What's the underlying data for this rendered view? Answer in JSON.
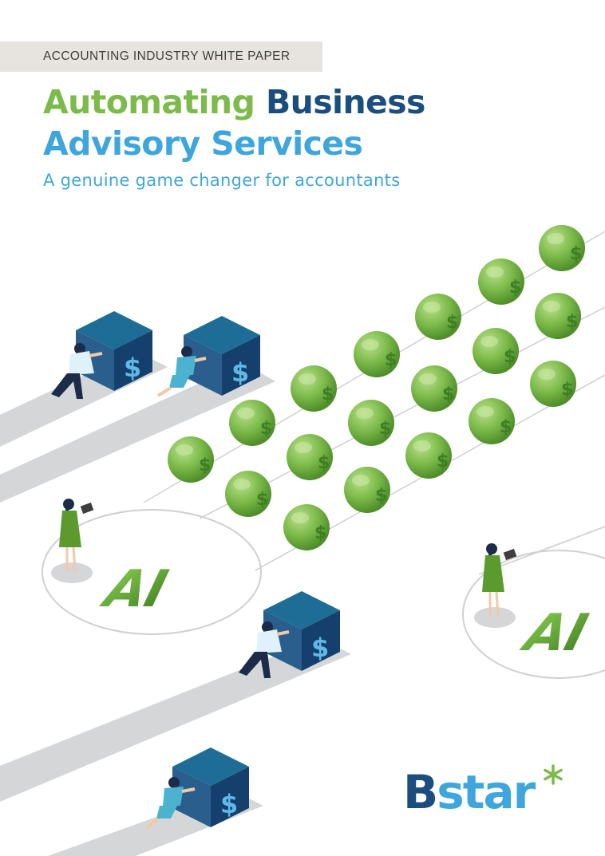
{
  "header": {
    "kicker": "ACCOUNTING INDUSTRY WHITE PAPER",
    "title_part1": "Automating",
    "title_part2": "Business",
    "title_line2": "Advisory Services",
    "subtitle": "A genuine game changer for accountants"
  },
  "illustration": {
    "cube_symbol": "$",
    "coin_symbol": "$",
    "hub_label": "AI"
  },
  "logo": {
    "part1": "B",
    "part2": "star",
    "mark": "asterisk-icon"
  },
  "colors": {
    "green": "#7cba4a",
    "navy": "#1b4d7e",
    "blue": "#3ea6dc",
    "kicker_bg": "#e7e4df",
    "cube_top": "#1d6d96",
    "cube_front": "#2a5e8c",
    "cube_side": "#153f6d"
  }
}
